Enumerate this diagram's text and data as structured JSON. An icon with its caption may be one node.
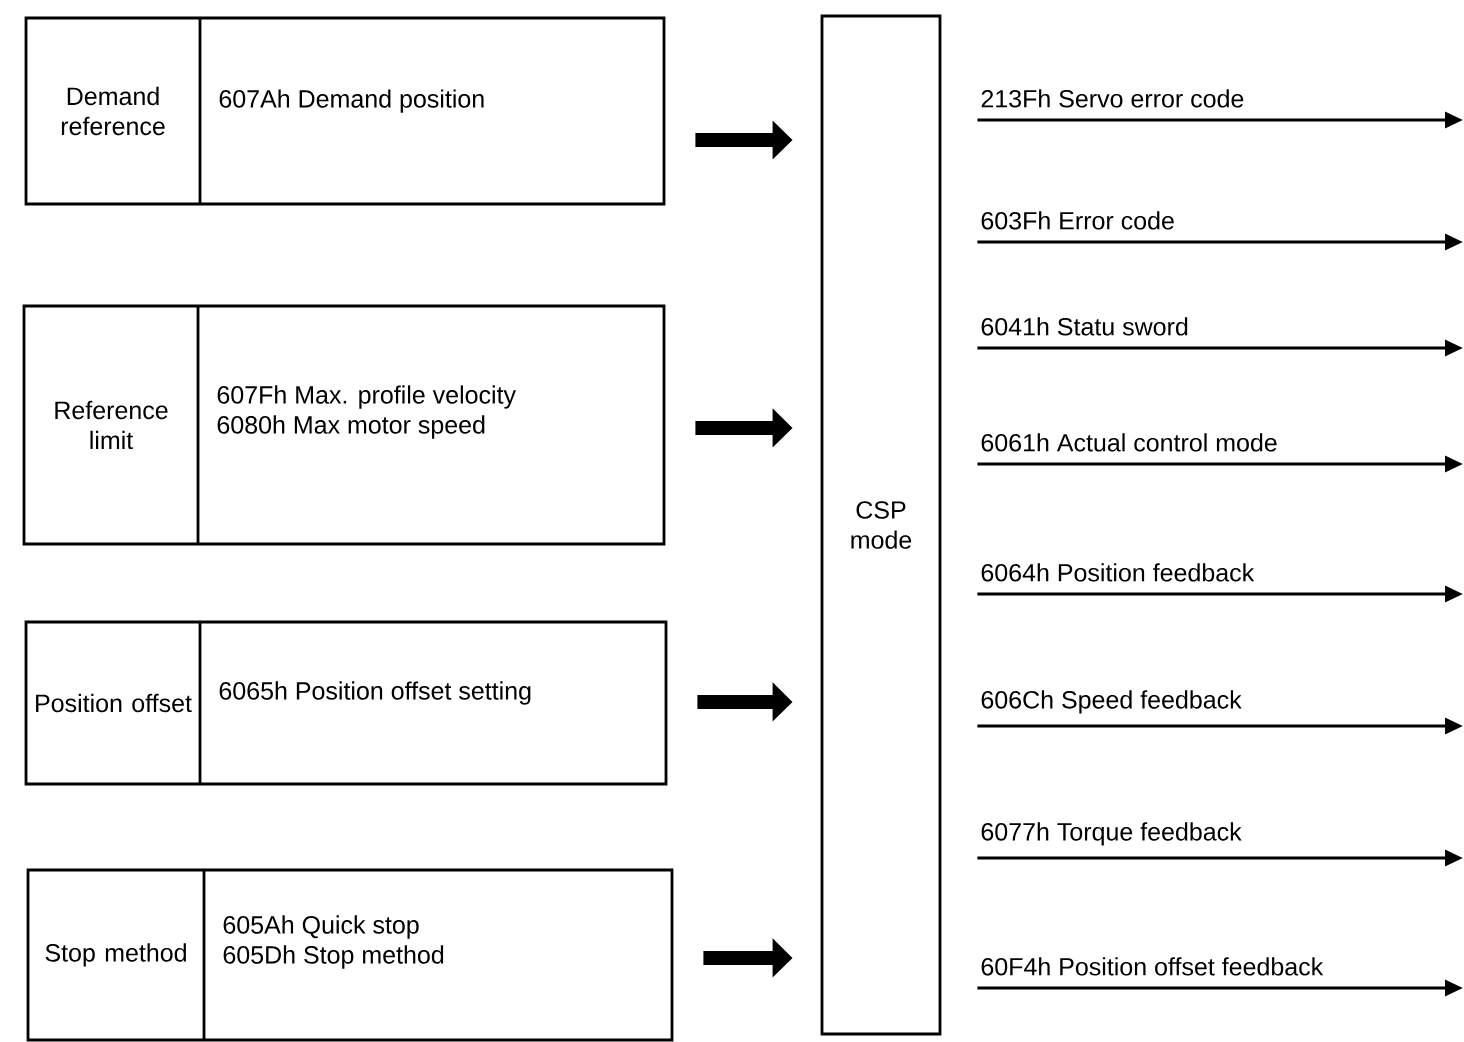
{
  "diagram": {
    "nodes": [
      {
        "text": [
          "Demand reference",
          "607Ah Demand position"
        ]
      },
      {
        "text": [
          "Reference limit",
          "607Fh Max. profile velocity",
          "6080h Max motor speed"
        ]
      },
      {
        "text": [
          "Position offset",
          "6065h Position offset setting"
        ]
      },
      {
        "text": [
          "Stop method",
          "605Ah Quick stop",
          "605Dh Stop method"
        ]
      },
      {
        "text": [
          "CSP mode"
        ]
      }
    ],
    "edges": [
      {
        "from": 0,
        "to": 4,
        "arrow": "to",
        "style": "thick"
      },
      {
        "from": 1,
        "to": 4,
        "arrow": "to",
        "style": "thick"
      },
      {
        "from": 2,
        "to": 4,
        "arrow": "to",
        "style": "thick"
      },
      {
        "from": 3,
        "to": 4,
        "arrow": "to",
        "style": "thick"
      },
      {
        "from": 4,
        "to": null,
        "arrow": "to",
        "label": "213Fh Servo error code"
      },
      {
        "from": 4,
        "to": null,
        "arrow": "to",
        "label": "603Fh Error code"
      },
      {
        "from": 4,
        "to": null,
        "arrow": "to",
        "label": "6041h Statu sword"
      },
      {
        "from": 4,
        "to": null,
        "arrow": "to",
        "label": "6061h Actual control mode"
      },
      {
        "from": 4,
        "to": null,
        "arrow": "to",
        "label": "6064h Position feedback"
      },
      {
        "from": 4,
        "to": null,
        "arrow": "to",
        "label": "606Ch Speed feedback"
      },
      {
        "from": 4,
        "to": null,
        "arrow": "to",
        "label": "6077h Torque feedback"
      },
      {
        "from": 4,
        "to": null,
        "arrow": "to",
        "label": "60F4h Position offset feedback"
      }
    ]
  }
}
